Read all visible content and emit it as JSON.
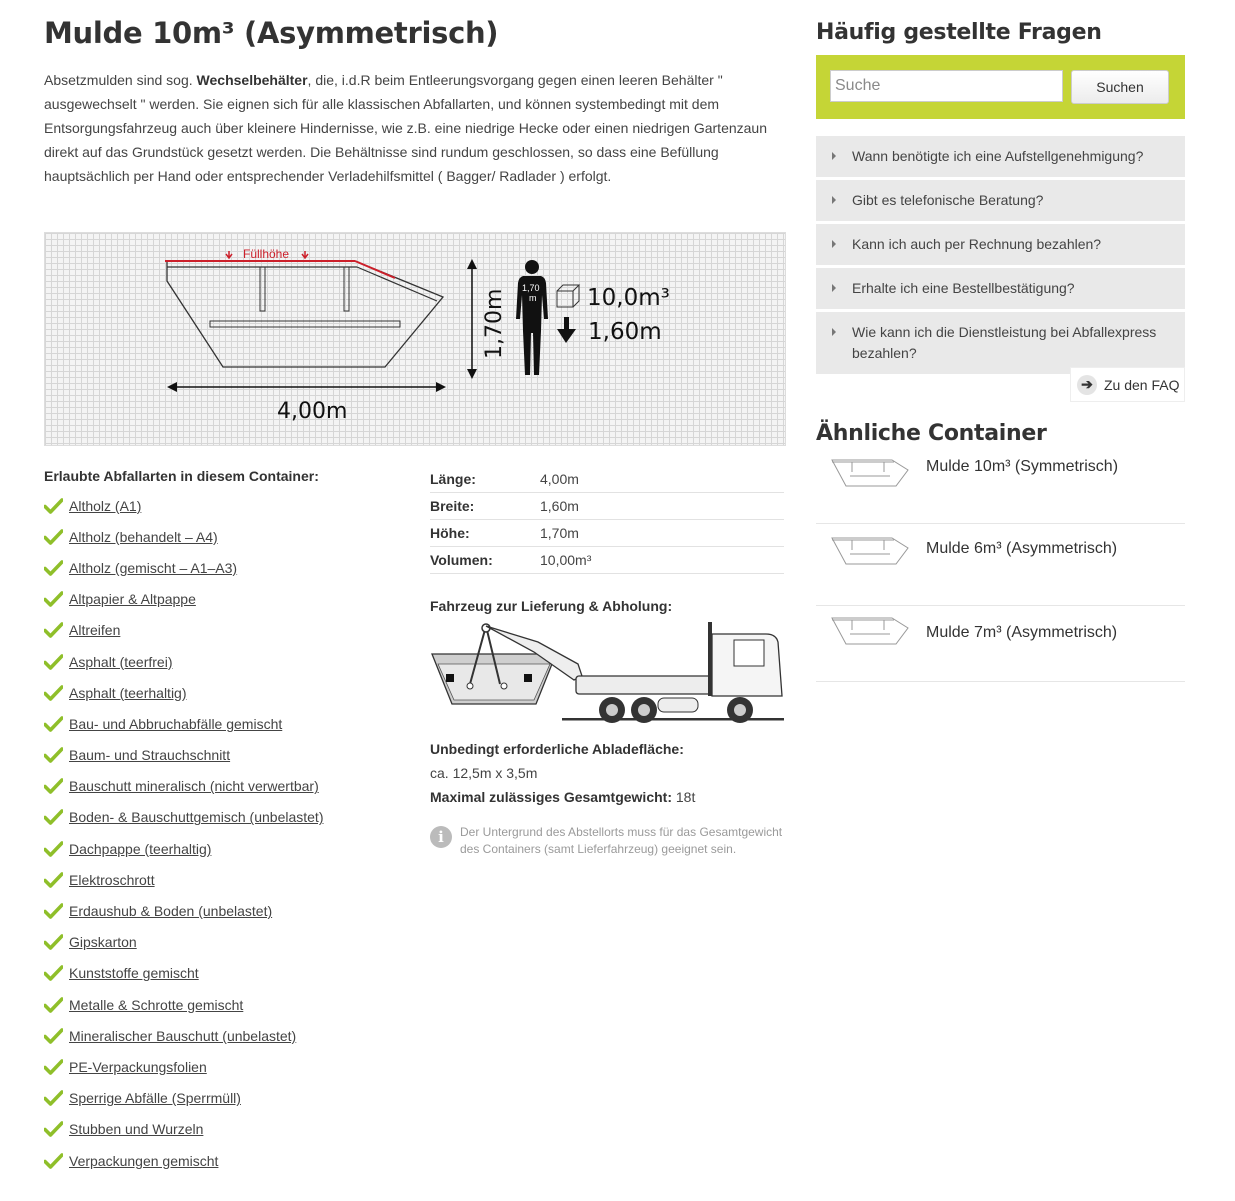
{
  "product": {
    "title": "Mulde 10m³ (Asymmetrisch)",
    "intro_1": "Absetzmulden sind sog. ",
    "intro_bold": "Wechselbehälter",
    "intro_2": ", die, i.d.R beim Entleerungsvorgang gegen einen leeren Behälter \" ausgewechselt \" werden. Sie eignen sich für alle klassischen Abfallarten, und können systembedingt mit dem Entsorgungsfahrzeug auch über kleinere Hindernisse, wie z.B. eine niedrige Hecke oder einen niedrigen Gartenzaun direkt auf das Grundstück gesetzt werden. Die Behältnisse sind rundum geschlossen, so dass eine Befüllung hauptsächlich per Hand oder entsprechender Verladehilfsmittel ( Bagger/ Radlader ) erfolgt."
  },
  "diagram": {
    "fill_label": "Füllhöhe",
    "width_label": "4,00m",
    "height_label": "1,70m",
    "person_label_1": "1,70",
    "person_label_2": "m",
    "volume_label": "10,0m³",
    "depth_label": "1,60m"
  },
  "waste": {
    "heading": "Erlaubte Abfallarten in diesem Container:",
    "items": [
      "Altholz (A1)",
      "Altholz (behandelt – A4)",
      "Altholz (gemischt – A1–A3)",
      "Altpapier & Altpappe",
      "Altreifen",
      "Asphalt (teerfrei)",
      "Asphalt (teerhaltig)",
      "Bau- und Abbruchabfälle gemischt",
      "Baum- und Strauchschnitt",
      "Bauschutt mineralisch (nicht verwertbar)",
      "Boden- & Bauschuttgemisch (unbelastet)",
      "Dachpappe (teerhaltig)",
      "Elektroschrott",
      "Erdaushub & Boden (unbelastet)",
      "Gipskarton",
      "Kunststoffe gemischt",
      "Metalle & Schrotte gemischt",
      "Mineralischer Bauschutt (unbelastet)",
      "PE-Verpackungsfolien",
      "Sperrige Abfälle (Sperrmüll)",
      "Stubben und Wurzeln",
      "Verpackungen gemischt"
    ]
  },
  "specs": [
    {
      "label": "Länge:",
      "value": "4,00m"
    },
    {
      "label": "Breite:",
      "value": "1,60m"
    },
    {
      "label": "Höhe:",
      "value": "1,70m"
    },
    {
      "label": "Volumen:",
      "value": "10,00m³"
    }
  ],
  "vehicle": {
    "title": "Fahrzeug zur Lieferung & Abholung:",
    "area_title": "Unbedingt erforderliche Abladefläche:",
    "area_value": "ca. 12,5m x 3,5m",
    "weight_label": "Maximal zulässiges Gesamtgewicht:",
    "weight_value": " 18t",
    "info": "Der Untergrund des Abstellorts muss für das Gesamtgewicht des Containers (samt Lieferfahrzeug) geeignet sein.",
    "info_icon": "i"
  },
  "faq": {
    "title": "Häufig gestellte Fragen",
    "search_placeholder": "Suche",
    "search_button": "Suchen",
    "items": [
      "Wann benötigte ich eine Aufstellgenehmigung?",
      "Gibt es telefonische Beratung?",
      "Kann ich auch per Rechnung bezahlen?",
      "Erhalte ich eine Bestellbestätigung?",
      "Wie kann ich die Dienstleistung bei Abfallexpress bezahlen?"
    ],
    "link_label": "Zu den FAQ"
  },
  "similar": {
    "title": "Ähnliche Container",
    "items": [
      "Mulde 10m³ (Symmetrisch)",
      "Mulde 6m³ (Asymmetrisch)",
      "Mulde 7m³ (Asymmetrisch)"
    ]
  },
  "colors": {
    "accent_green": "#c5d536",
    "check_green": "#8fbf2a",
    "fill_line_red": "#cc1f2a"
  }
}
